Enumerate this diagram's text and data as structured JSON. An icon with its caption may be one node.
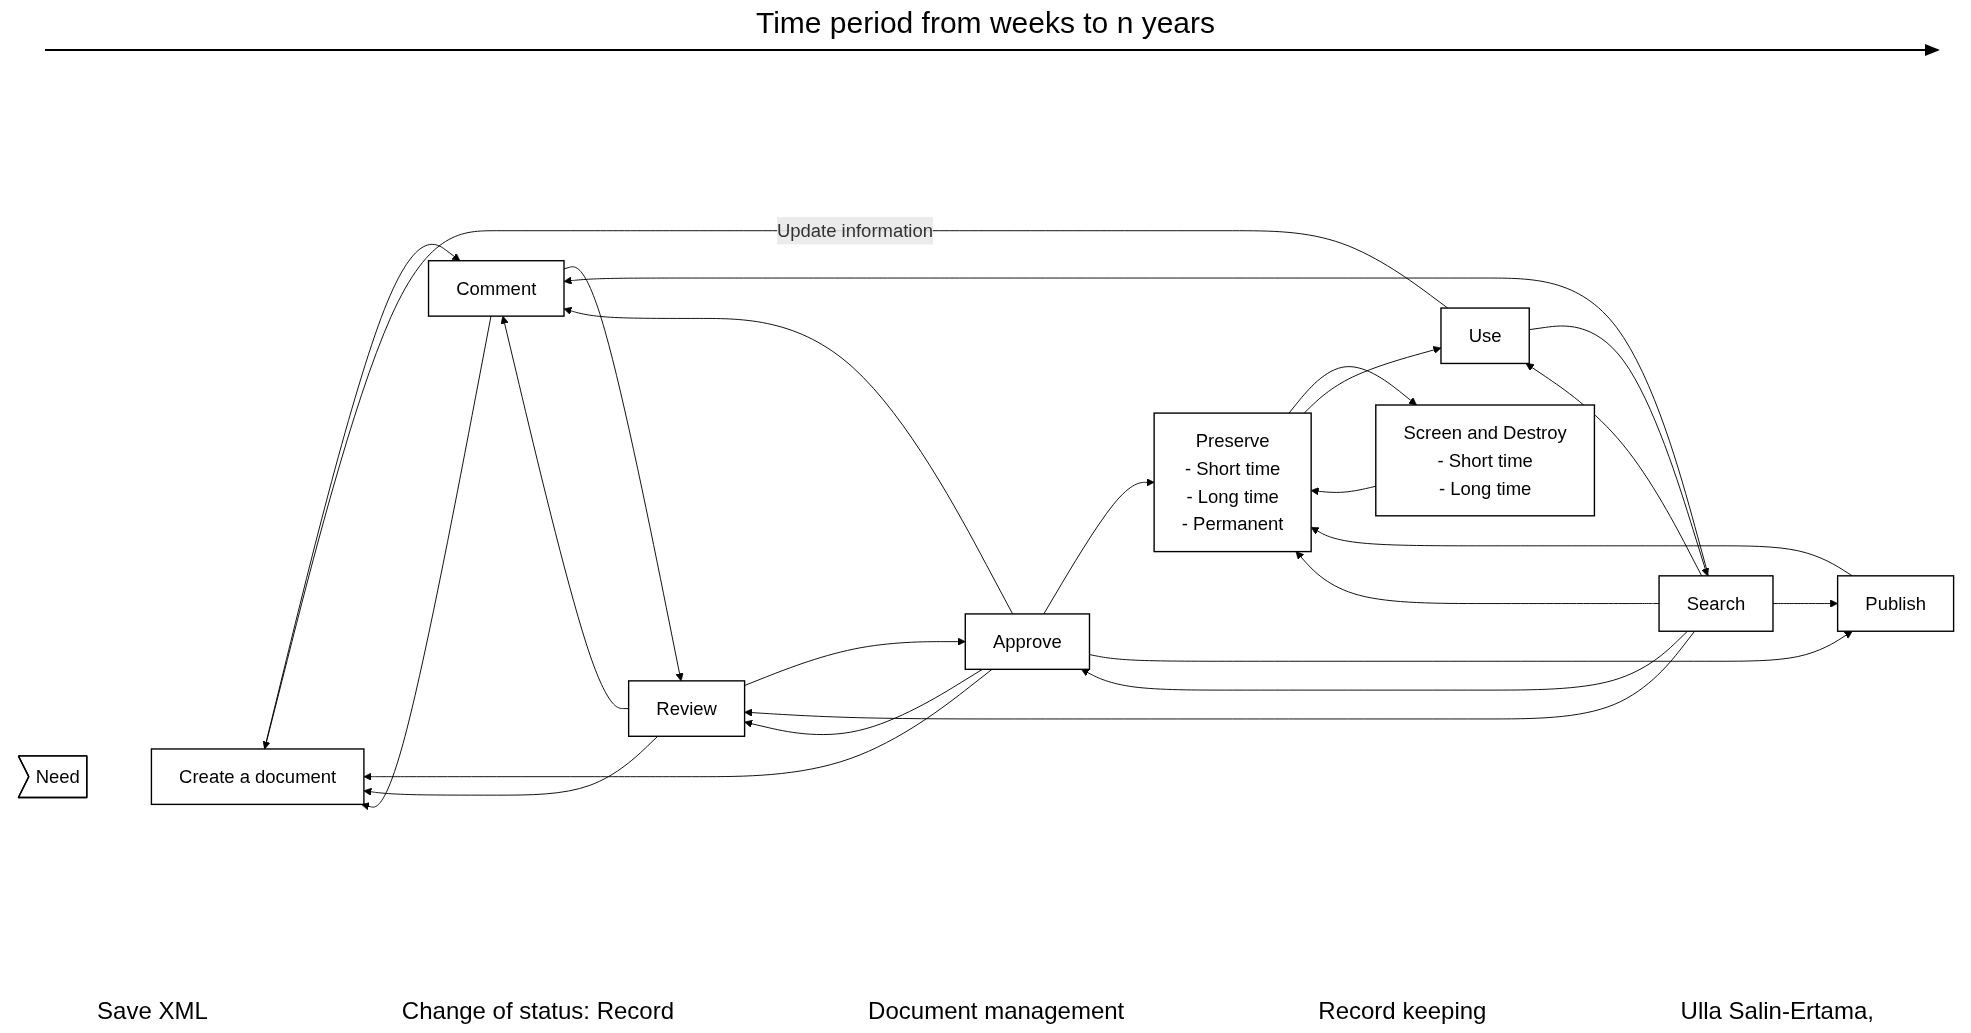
{
  "diagram": {
    "title": "Time period from weeks to n years",
    "nodes": [
      {
        "text": [
          "Need"
        ]
      },
      {
        "text": [
          "Create a document"
        ]
      },
      {
        "text": [
          "Comment"
        ]
      },
      {
        "text": [
          "Review"
        ]
      },
      {
        "text": [
          "Approve"
        ]
      },
      {
        "text": [
          "Publish"
        ]
      },
      {
        "text": [
          "Screen and Destroy",
          "- Short time",
          "- Long time"
        ]
      },
      {
        "text": [
          "Preserve",
          "- Short time",
          "- Long time",
          "- Permanent"
        ]
      },
      {
        "text": [
          "Search"
        ]
      },
      {
        "text": [
          "Use"
        ]
      }
    ],
    "edges": [
      {
        "from": 1,
        "to": 2,
        "arrow": "to"
      },
      {
        "from": 2,
        "to": 3,
        "arrow": "to"
      },
      {
        "from": 3,
        "to": 4,
        "arrow": "to"
      },
      {
        "from": 4,
        "to": 7,
        "arrow": "to"
      },
      {
        "from": 4,
        "to": 5,
        "arrow": "to"
      },
      {
        "from": 2,
        "to": 1,
        "arrow": "to"
      },
      {
        "from": 3,
        "to": 2,
        "arrow": "to"
      },
      {
        "from": 3,
        "to": 1,
        "arrow": "to"
      },
      {
        "from": 4,
        "to": 3,
        "arrow": "to"
      },
      {
        "from": 4,
        "to": 2,
        "arrow": "to"
      },
      {
        "from": 4,
        "to": 1,
        "arrow": "to"
      },
      {
        "from": 5,
        "to": 7,
        "arrow": "to"
      },
      {
        "from": 8,
        "to": 5,
        "arrow": "to"
      },
      {
        "from": 8,
        "to": 7,
        "arrow": "to"
      },
      {
        "from": 7,
        "to": 6,
        "arrow": "to"
      },
      {
        "from": 6,
        "to": 7,
        "arrow": "to"
      },
      {
        "from": 7,
        "to": 9,
        "arrow": "to"
      },
      {
        "from": 8,
        "to": 9,
        "arrow": "to"
      },
      {
        "from": 9,
        "to": 8,
        "arrow": "to"
      },
      {
        "from": 8,
        "to": 4,
        "arrow": "to"
      },
      {
        "from": 8,
        "to": 3,
        "arrow": "to"
      },
      {
        "from": 8,
        "to": 2,
        "arrow": "to"
      },
      {
        "from": 9,
        "to": 1,
        "arrow": "to",
        "label": "Update information"
      }
    ],
    "labels": [
      "Save XML",
      "Change of status: Record",
      "Document management",
      "Record keeping",
      "Ulla Salin-Ertama,"
    ]
  }
}
